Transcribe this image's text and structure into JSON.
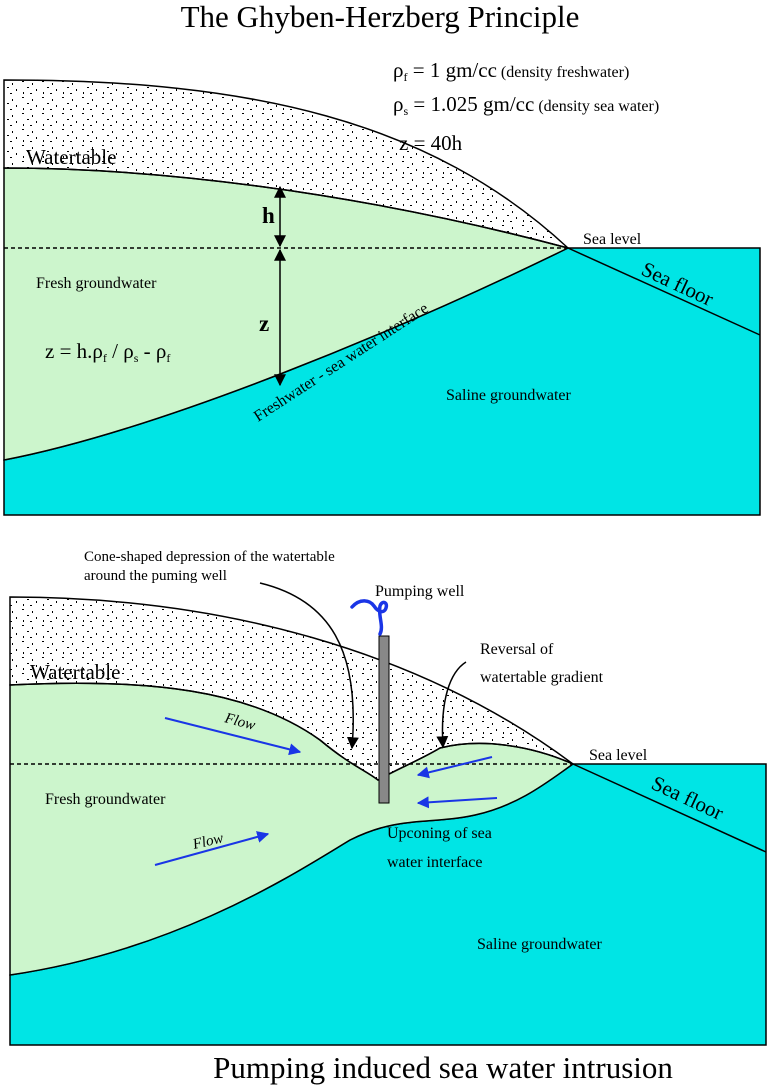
{
  "top_title": "The Ghyben-Herzberg Principle",
  "top": {
    "eq_rho_f": {
      "sym": "ρ",
      "sub": "f",
      "val": " = 1 gm/cc",
      "note": " (density freshwater)"
    },
    "eq_rho_s": {
      "sym": "ρ",
      "sub": "s",
      "val": " = 1.025 gm/cc",
      "note": " (density sea water)"
    },
    "eq_z": "z = 40h",
    "watertable": "Watertable",
    "h": "h",
    "z": "z",
    "sea_level": "Sea level",
    "sea_floor": "Sea floor",
    "fresh": "Fresh groundwater",
    "formula": {
      "a": "z = h.ρ",
      "sub1": "f",
      "b": " / ρ",
      "sub2": "s",
      "c": " - ρ",
      "sub3": "f"
    },
    "interface": "Freshwater - sea water interface",
    "saline": "Saline groundwater"
  },
  "bottom": {
    "cone_line1": "Cone-shaped depression of the watertable",
    "cone_line2": "around the puming well",
    "pumping_well": "Pumping well",
    "reversal_line1": "Reversal of",
    "reversal_line2": "watertable gradient",
    "watertable": "Watertable",
    "sea_level": "Sea level",
    "sea_floor": "Sea floor",
    "flow1": "Flow",
    "flow2": "Flow",
    "fresh": "Fresh groundwater",
    "upconing_line1": "Upconing of sea",
    "upconing_line2": "water interface",
    "saline": "Saline groundwater"
  },
  "bottom_title": "Pumping induced sea water intrusion",
  "colors": {
    "fresh": "#ccf5cc",
    "saline": "#00e5e5",
    "arrow": "#1a35e6",
    "well": "#888888"
  }
}
